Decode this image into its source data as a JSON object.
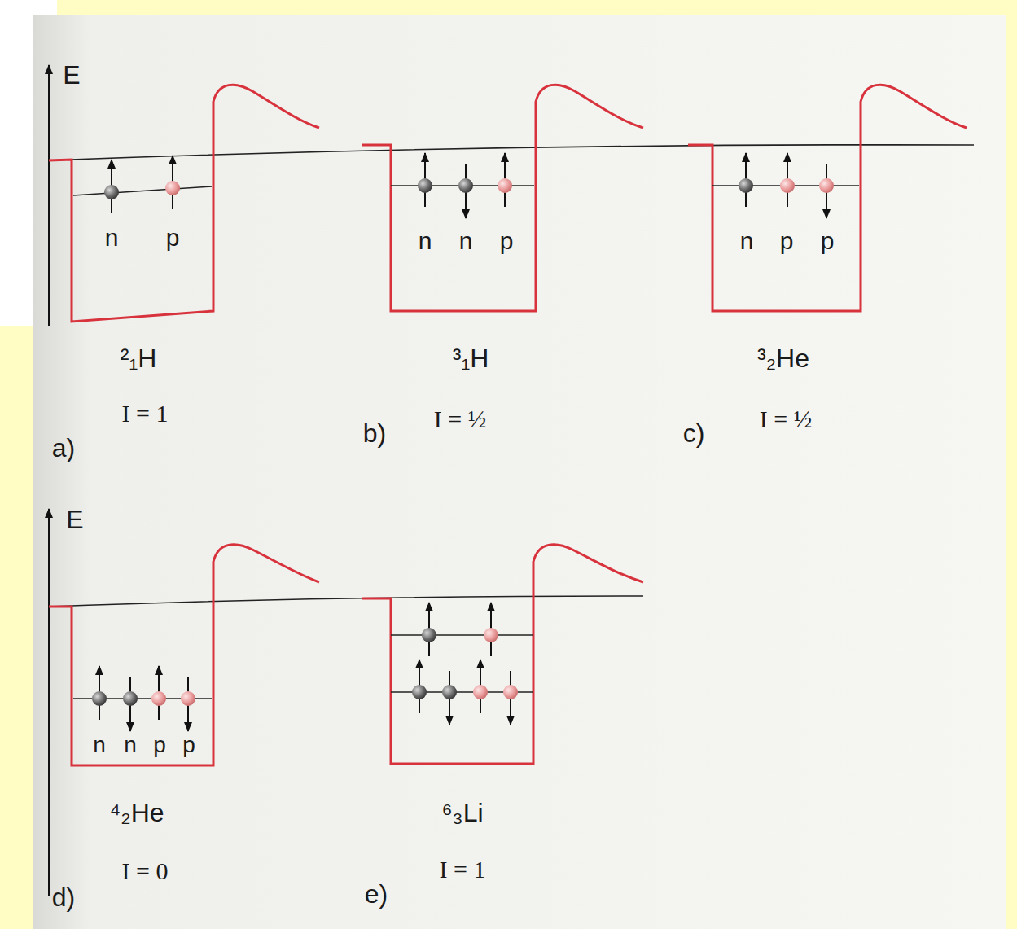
{
  "diagram": {
    "labels": [
      "E",
      "n",
      "p",
      "²₁H",
      "I = 1",
      "a)",
      "n",
      "n",
      "p",
      "³₁H",
      "I = ½",
      "b)",
      "n",
      "p",
      "p",
      "³₂He",
      "I = ½",
      "c)",
      "E",
      "n",
      "n",
      "p",
      "p",
      "⁴₂He",
      "I = 0",
      "d)",
      "⁶₃Li",
      "I = 1",
      "e)"
    ]
  }
}
